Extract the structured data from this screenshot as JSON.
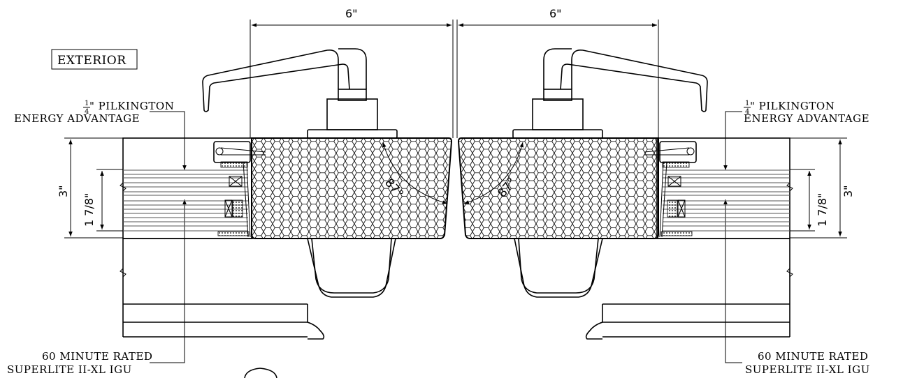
{
  "labels": {
    "exterior": "EXTERIOR",
    "left_glass_fraction_num": "1",
    "left_glass_fraction_den": "4",
    "left_glass_line1": "\" PILKINGTON",
    "left_glass_line2": "ENERGY ADVANTAGE",
    "right_glass_fraction_num": "1",
    "right_glass_fraction_den": "4",
    "right_glass_line1": "\" PILKINGTON",
    "right_glass_line2": "ENERGY ADVANTAGE",
    "left_igu_line1": "60 MINUTE RATED",
    "left_igu_line2": "SUPERLITE II-XL IGU",
    "right_igu_line1": "60 MINUTE RATED",
    "right_igu_line2": "SUPERLITE II-XL IGU"
  },
  "dimensions": {
    "left_width": "6\"",
    "right_width": "6\"",
    "left_frame_depth": "3\"",
    "left_glass_depth": "1 7/8\"",
    "right_frame_depth": "3\"",
    "right_glass_depth": "1 7/8\"",
    "left_angle": "87°",
    "right_angle": "87°"
  }
}
